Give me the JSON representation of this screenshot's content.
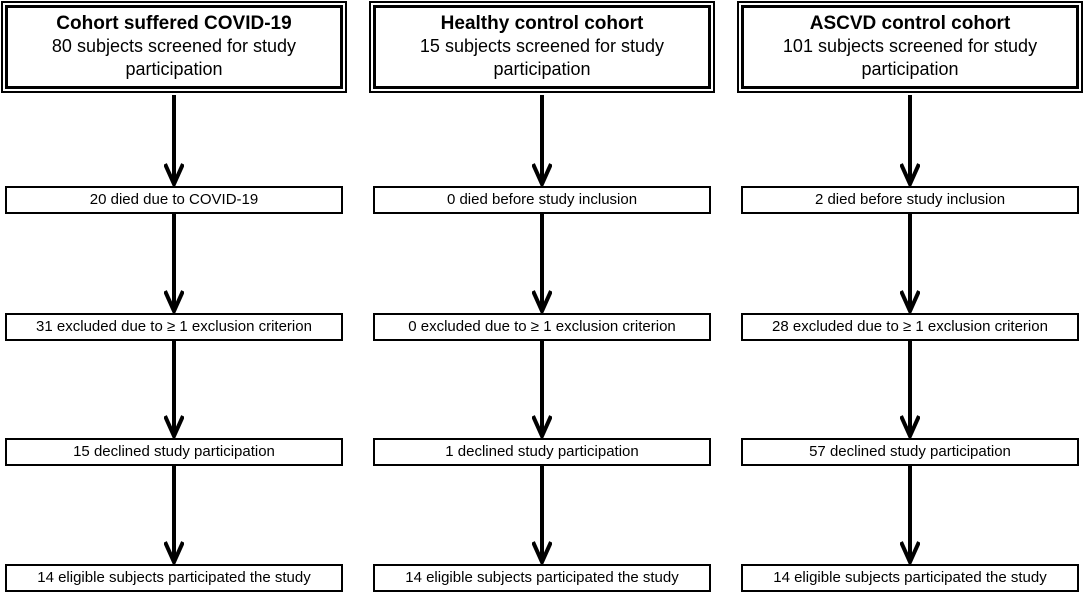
{
  "cohorts": [
    {
      "title": "Cohort suffered COVID-19",
      "screened": "80 subjects screened for study participation",
      "steps": [
        "20 died due to COVID-19",
        "31 excluded due to ≥ 1 exclusion criterion",
        "15 declined study participation",
        "14 eligible subjects participated the study"
      ]
    },
    {
      "title": "Healthy control cohort",
      "screened": "15 subjects screened for study participation",
      "steps": [
        "0 died before study inclusion",
        "0 excluded due to ≥ 1 exclusion criterion",
        "1 declined study participation",
        "14 eligible subjects participated the study"
      ]
    },
    {
      "title": "ASCVD control cohort",
      "screened": "101 subjects screened for study participation",
      "steps": [
        "2 died before study inclusion",
        "28 excluded due to ≥ 1 exclusion criterion",
        "57 declined study participation",
        "14 eligible subjects participated the study"
      ]
    }
  ]
}
